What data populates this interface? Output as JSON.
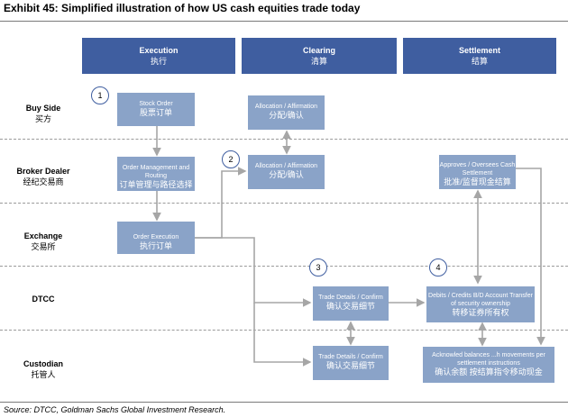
{
  "title": "Exhibit 45: Simplified illustration of how US cash equities trade today",
  "source": "Source: DTCC, Goldman Sachs Global Investment Research.",
  "columns": [
    {
      "en": "Execution",
      "zh": "执行"
    },
    {
      "en": "Clearing",
      "zh": "清算"
    },
    {
      "en": "Settlement",
      "zh": "结算"
    }
  ],
  "rows": [
    {
      "en": "Buy Side",
      "zh": "买方"
    },
    {
      "en": "Broker Dealer",
      "zh": "经纪交易商"
    },
    {
      "en": "Exchange",
      "zh": "交易所"
    },
    {
      "en": "DTCC",
      "zh": ""
    },
    {
      "en": "Custodian",
      "zh": "托管人"
    }
  ],
  "boxes": {
    "stock_order": {
      "en": "Stock Order",
      "zh": "股票订单"
    },
    "order_mgmt": {
      "en": "Order Management and Routing",
      "zh": "订单管理与路径选择"
    },
    "order_exec": {
      "en": "Order Execution",
      "zh": "执行订单"
    },
    "alloc_buy": {
      "en": "Allocation / Affirmation",
      "zh": "分配/确认"
    },
    "alloc_broker": {
      "en": "Allocation / Affirmation",
      "zh": "分配/确认"
    },
    "trade_dtcc": {
      "en": "Trade Details / Confirm",
      "zh": "确认交易细节"
    },
    "trade_cust": {
      "en": "Trade Details / Confirm",
      "zh": "确认交易细节"
    },
    "approves": {
      "en": "Approves / Oversees Cash Settlement",
      "zh": "批准/监督现金结算"
    },
    "debits": {
      "en": "Debits / Credits B/D Account Transfer of security ownership",
      "zh": "转移证券所有权"
    },
    "ack": {
      "en": "Acknowled balances ...h movements per settlement instructions",
      "zh": "确认余额 按结算指令移动现金"
    }
  },
  "badges": [
    "1",
    "2",
    "3",
    "4"
  ],
  "colors": {
    "header": "#3f5ea0",
    "box": "#8aa3c8",
    "arrow": "#a6a6a6"
  }
}
